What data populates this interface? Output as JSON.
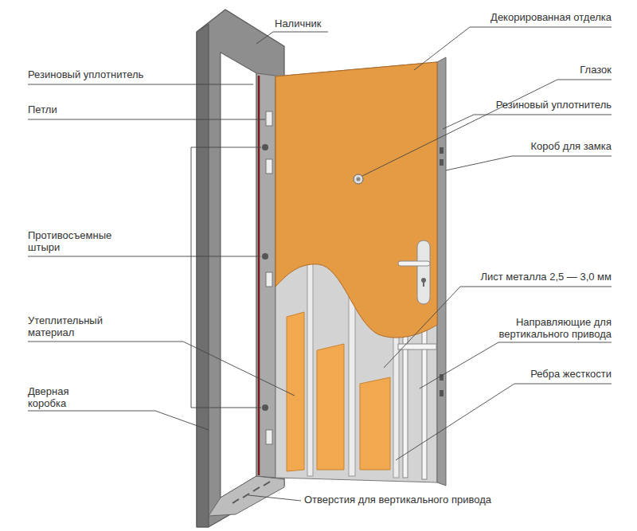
{
  "diagram": {
    "labels": [
      "Наличник",
      "Декорированная отделка",
      "Резиновый уплотнитель",
      "Глазок",
      "Петли",
      "Резиновый уплотнитель",
      "Короб для замка",
      "Противосъемные штыри",
      "Лист металла 2,5 — 3,0 мм",
      "Утеплительный материал",
      "Направляющие для вертикального привода",
      "Ребра жесткости",
      "Дверная коробка",
      "Отверстия для вертикального привода"
    ]
  }
}
